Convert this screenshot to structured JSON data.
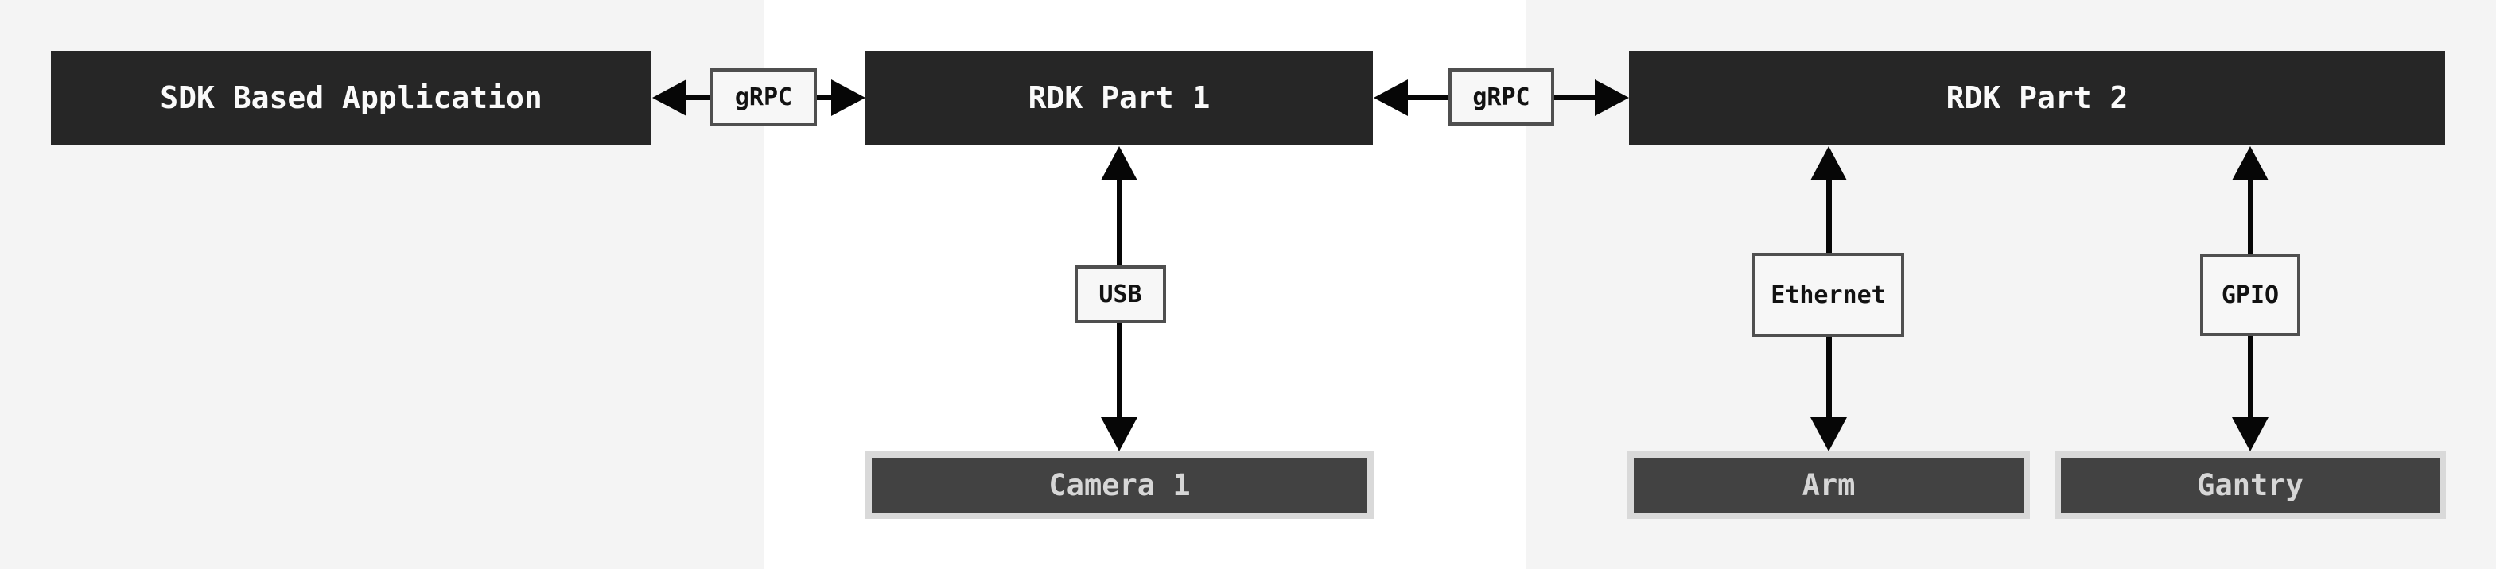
{
  "nodes": {
    "sdk_app": {
      "label": "SDK Based Application"
    },
    "rdk_part_1": {
      "label": "RDK Part 1"
    },
    "rdk_part_2": {
      "label": "RDK Part 2"
    },
    "camera_1": {
      "label": "Camera 1"
    },
    "arm": {
      "label": "Arm"
    },
    "gantry": {
      "label": "Gantry"
    }
  },
  "connectors": {
    "grpc_left": {
      "label": "gRPC",
      "direction": "bidirectional"
    },
    "grpc_right": {
      "label": "gRPC",
      "direction": "bidirectional"
    },
    "usb": {
      "label": "USB",
      "direction": "bidirectional"
    },
    "ethernet": {
      "label": "Ethernet",
      "direction": "bidirectional"
    },
    "gpio": {
      "label": "GPIO",
      "direction": "bidirectional"
    }
  },
  "colors": {
    "panel_gray": "#f4f4f4",
    "panel_white": "#ffffff",
    "node_dark": "#262626",
    "node_text": "#fafafa",
    "device_fill": "#424242",
    "device_frame": "#d9d9d9",
    "device_text": "#d6d6d6",
    "label_fill": "#f7f7f7",
    "label_border": "#4f4f4f",
    "arrow": "#060606"
  }
}
